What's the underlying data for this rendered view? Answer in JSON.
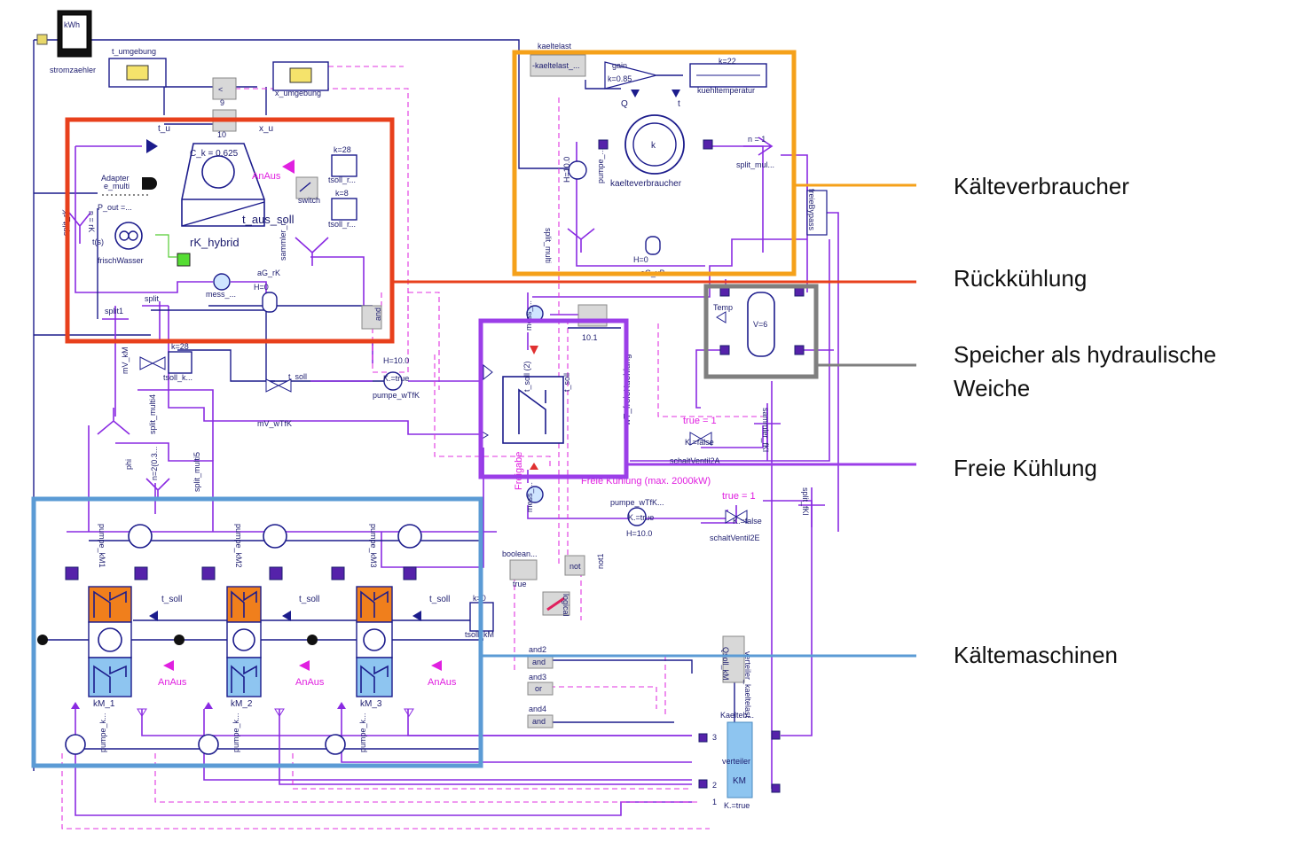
{
  "legend": {
    "kaelteverbraucher": "Kälteverbraucher",
    "rueckkuehlung": "Rückkühlung",
    "speicher_line1": "Speicher als hydraulische",
    "speicher_line2": "Weiche",
    "freie_kuehlung": "Freie Kühlung",
    "kaeltemaschinen": "Kältemaschinen"
  },
  "colors": {
    "kaelteverbraucher": "#f5a11a",
    "rueckkuehlung": "#e8401c",
    "speicher": "#7f7f7f",
    "freie_kuehlung": "#9b3ee8",
    "kaeltemaschinen": "#5b9bd5",
    "signal_line": "#1c1c8c",
    "fluid_line": "#8a2be2",
    "boolean_line": "#e033e0"
  },
  "labels": {
    "stromzaehler": "stromzaehler",
    "kwh": "kWh",
    "t_umgebung": "t_umgebung",
    "x_umgebung": "x_umgebung",
    "t_u": "t_u",
    "x_u": "x_u",
    "gain9": "9",
    "gain10": "10",
    "c_k": "C_k = 0.625",
    "anaus": "AnAus",
    "rk_hybrid": "rK_hybrid",
    "t_aus_soll": "t_aus_soll",
    "adapter": "Adapter",
    "e_multi": "e_multi",
    "p_out": "P_out =...",
    "frischwasser": "frischWasser",
    "t_s": "t(s)",
    "switch": "switch",
    "k28": "k=28",
    "k8": "k=8",
    "tsoll_r1": "tsoll_r...",
    "tsoll_r2": "tsoll_r...",
    "sammler_r": "sammler_r...",
    "n_rk": "n = rK",
    "split_rk": "split_rK",
    "mess": "mess_...",
    "h0": "H=0",
    "ag_rk": "aG_rK",
    "split1": "split1",
    "split": "split",
    "and": "and",
    "kaeltelast": "kaeltelast",
    "kaeltelast_block": "-kaeltelast_...",
    "gain": "gain",
    "k085": "k=0.85",
    "k22": "k=22",
    "kuehltemperatur": "kuehltemperatur",
    "q": "Q",
    "t": "t",
    "k_symbol": "k",
    "kaelteverbraucher": "kaelteverbraucher",
    "n1": "n = 1",
    "split_mul": "split_mul...",
    "pump_h10": "H=10.0",
    "pumpe_": "pumpe_...",
    "split_multi": "split_multi",
    "ag_vb": "aG_vB",
    "freiebypass": "freieBypass",
    "temp": "Temp",
    "v6": "V=6",
    "k101": "10.1",
    "mess_": "mess_...",
    "soll2": "t_soll (2)",
    "t_soll": "t_soll",
    "wt_freiekuehlung": "wT_freieKuehlung",
    "freigabe": "Freigabe",
    "freie_kuehlung_max": "Freie Kühlung (max. 2000kW)",
    "tsoll_k": "tsoll_k...",
    "k28b": "k=28",
    "mv_km": "mV_kM",
    "split_multi4": "split_multi4",
    "phi": "phi",
    "split_multi5": "split_multi5",
    "n2": "n=2(0.3...",
    "t_soll_v": "t_soll",
    "mv_wtfk": "mV_wTfK",
    "pumpe_wtfk": "pumpe_wTfK",
    "h10_b": "H=10.0",
    "k_true": "K.=true",
    "true1": "true = 1",
    "k_false": "K.=false",
    "schaltventil2a": "schaltVentil2A",
    "schaltventil2e": "schaltVentil2E",
    "sammler_fkl": "sammler_fKl",
    "split_fkl": "split_fKl",
    "pumpe_wtfk2": "pumpe_wTfK...",
    "h10_c": "H=10.0",
    "boolean": "boolean...",
    "true": "true",
    "not": "not",
    "not1": "not1",
    "logical": "logical",
    "and2": "and2",
    "and3": "and3",
    "and4": "and4",
    "and_op": "and",
    "or_op": "or",
    "pumpe_km1": "pumpe_kM1",
    "pumpe_km2": "pumpe_kM2",
    "pumpe_km3": "pumpe_kM3",
    "km1": "kM_1",
    "km2": "kM_2",
    "km3": "kM_3",
    "k0": "k=0",
    "tsoll_km": "tsoll_kM",
    "pumpe_k": "pumpe_k...",
    "qsoll_km": "Qsoll_kM",
    "verteiler_kaeltelast": "verteiler_kaeltelast",
    "kaelteb": "Kaelteb...",
    "verteiler": "verteiler",
    "km": "KM",
    "k_true2": "K.=true",
    "num1": "1",
    "num2": "2",
    "num3": "3"
  }
}
